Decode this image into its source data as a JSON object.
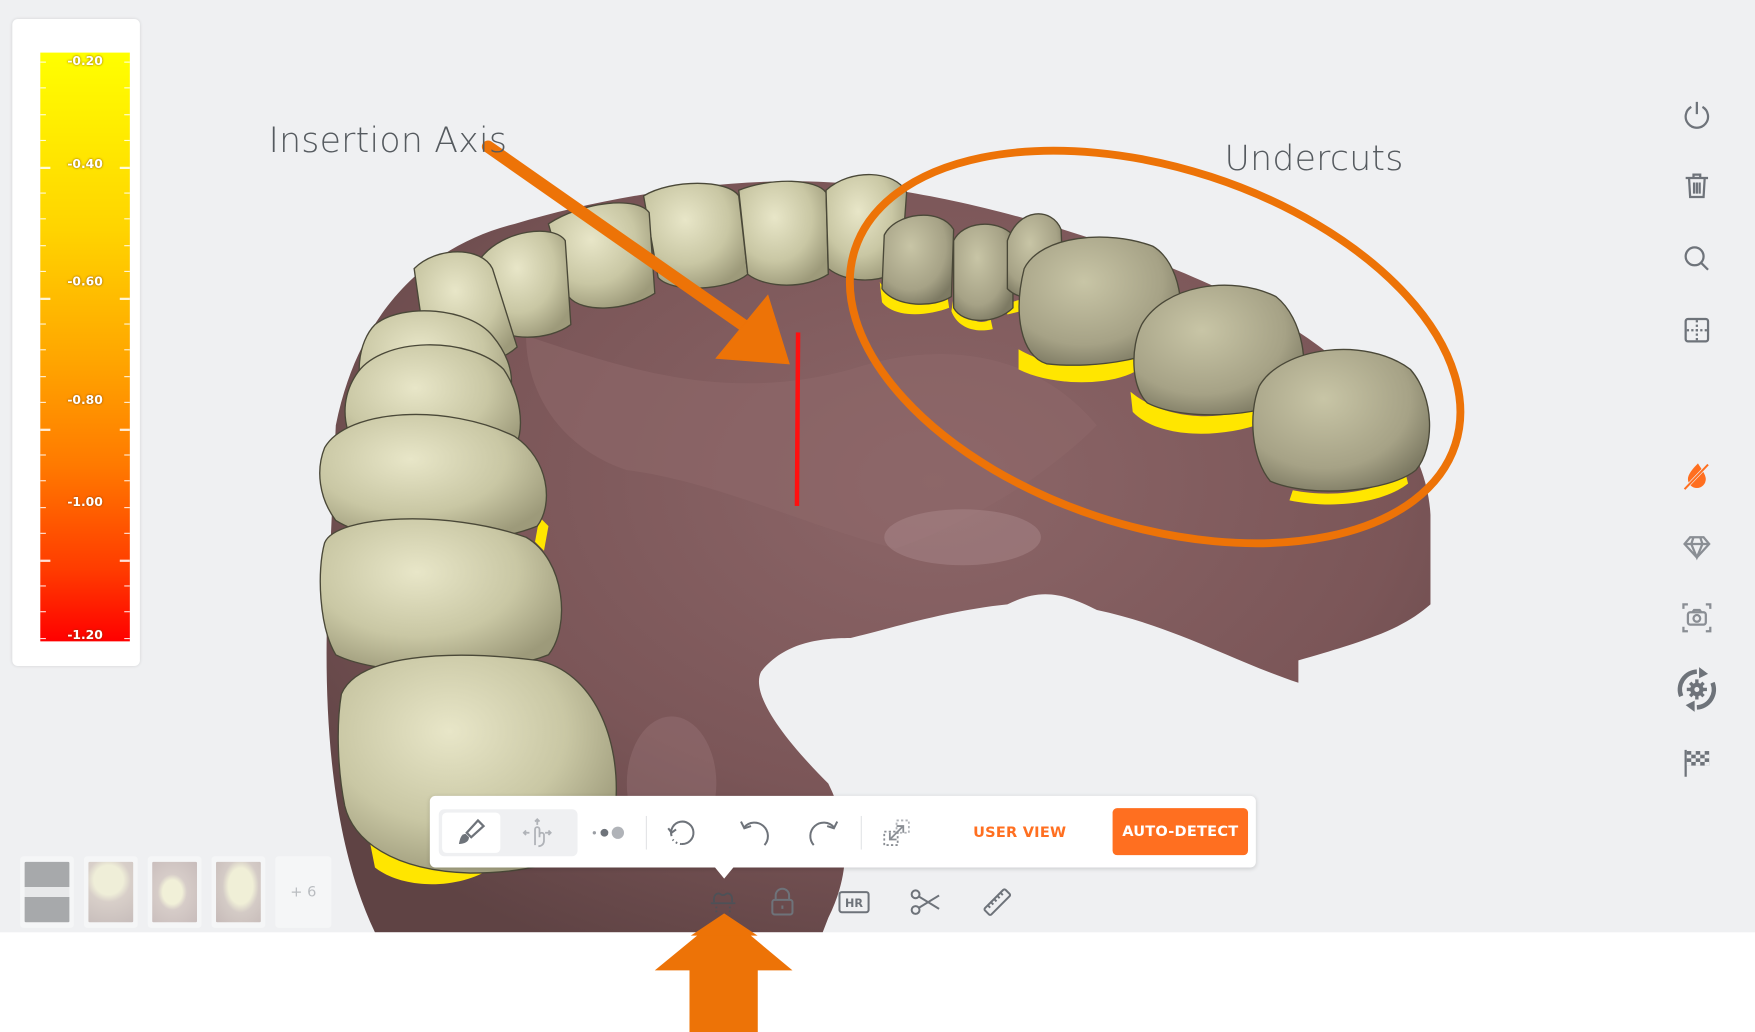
{
  "legend": {
    "labels": [
      "-0.20",
      "-0.40",
      "-0.60",
      "-0.80",
      "-1.00",
      "-1.20"
    ],
    "gradient_colors": [
      "#ffff00",
      "#ffd400",
      "#ffa600",
      "#ff7a00",
      "#ff3b00",
      "#ff0000"
    ]
  },
  "annotations": {
    "insertion_axis": "Insertion Axis",
    "undercuts": "Undercuts",
    "accent_color": "#ed7307"
  },
  "right_toolbar": {
    "items": [
      {
        "name": "power",
        "icon": "power-icon"
      },
      {
        "name": "delete",
        "icon": "trash-icon"
      },
      {
        "name": "search",
        "icon": "search-icon"
      },
      {
        "name": "grid",
        "icon": "grid-icon"
      },
      {
        "name": "texture-off",
        "icon": "drop-slash-icon",
        "active": true
      },
      {
        "name": "gem",
        "icon": "diamond-icon"
      },
      {
        "name": "screenshot",
        "icon": "camera-icon"
      },
      {
        "name": "sync-settings",
        "icon": "sync-gear-icon"
      },
      {
        "name": "finish",
        "icon": "checkered-flag-icon"
      }
    ]
  },
  "tool_panel": {
    "user_view_label": "USER VIEW",
    "auto_detect_label": "AUTO-DETECT",
    "accent": "#ff6f20"
  },
  "bottom_tools": {
    "hr_label": "HR",
    "items": [
      "insertion-axis",
      "lock",
      "hr",
      "cut",
      "measure"
    ]
  },
  "thumbnails": {
    "more_label": "+ 6",
    "count_visible": 4
  }
}
